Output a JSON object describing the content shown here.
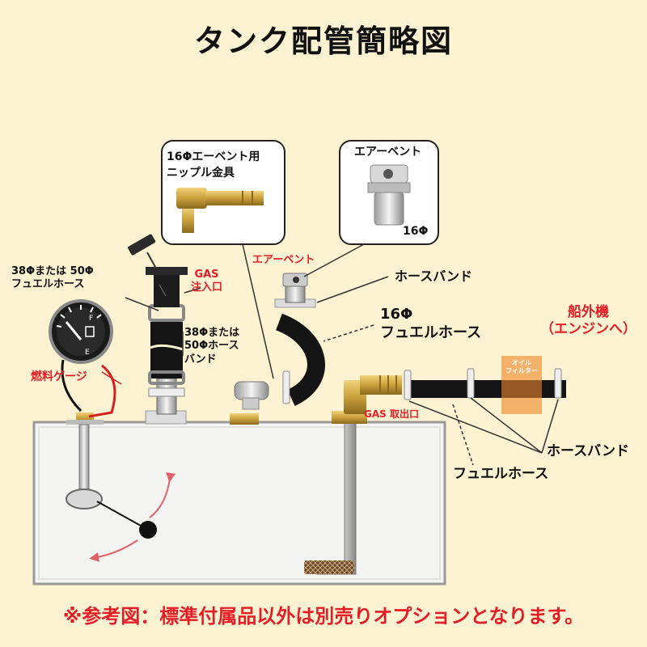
{
  "title": "タンク配管簡略図",
  "callout_fitting": {
    "line1": "16Φエーベント用",
    "line2": "ニップル金具"
  },
  "callout_vent": {
    "title": "エアーベント",
    "size": "16Φ"
  },
  "labels": {
    "hose_38_50_top": "38Φまたは 50Φ\nフュエルホース",
    "gas_inlet": "GAS\n注入口",
    "hose_band_38_50": "38Φまたは\n50Φホース\nバンド",
    "air_vent": "エアーベント",
    "hose_band_top": "ホースバンド",
    "fuel_hose_16": "16Φ\nフュエルホース",
    "outboard": "船外機\n（エンジンへ）",
    "oil_filter": "オイル\nフィルター",
    "fuel_gauge": "燃料ゲージ",
    "gas_outlet": "GAS 取出口",
    "hose_band_bottom": "ホースバンド",
    "fuel_hose_bottom": "フュエルホース"
  },
  "gauge": {
    "full_mark": "F",
    "empty_mark": "E"
  },
  "footer": "※参考図：標準付属品以外は別売りオプションとなります。",
  "colors": {
    "background": "#fdf3d3",
    "accent_red": "#e41e26",
    "tank_fill": "#f4f4f2",
    "hose_black": "#141414",
    "brass": "#c9a03c",
    "filter_orange": "#f0a050"
  }
}
